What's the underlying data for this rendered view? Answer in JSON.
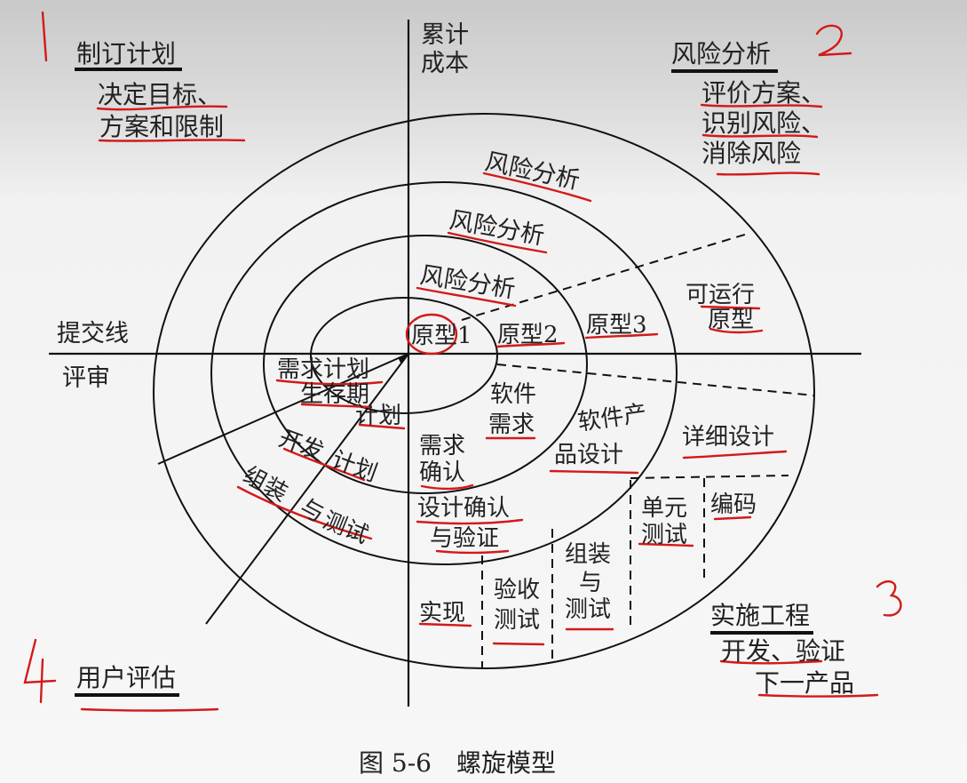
{
  "axis_top_label": [
    "累计",
    "成本"
  ],
  "axis_left_labels": [
    "提交线",
    "评审"
  ],
  "quadrants": {
    "q1": {
      "number": "1",
      "title": "制订计划",
      "lines": [
        "决定目标、",
        "方案和限制"
      ]
    },
    "q2": {
      "number": "2",
      "title": "风险分析",
      "lines": [
        "评价方案、",
        "识别风险、",
        "消除风险"
      ]
    },
    "q3": {
      "number": "3",
      "title": "实施工程",
      "lines": [
        "开发、验证",
        "下一产品"
      ]
    },
    "q4": {
      "number": "4",
      "title": "用户评估"
    }
  },
  "spiral": {
    "risk_analysis": [
      "风险分析",
      "风险分析",
      "风险分析"
    ],
    "prototypes": [
      "原型1",
      "原型2",
      "原型3",
      "可运行",
      "原型"
    ],
    "plans": [
      "需求计划",
      "生存期",
      "计划",
      "开发",
      "计划",
      "组装",
      "与",
      "测试"
    ],
    "engineering": [
      "软件",
      "需求",
      "软件产",
      "品设计",
      "详细设计",
      "需求",
      "确认",
      "设计确认",
      "与验证",
      "单元",
      "测试",
      "编码",
      "组装",
      "与",
      "测试",
      "验收",
      "测试",
      "实现"
    ]
  },
  "caption": "图 5-6　螺旋模型"
}
